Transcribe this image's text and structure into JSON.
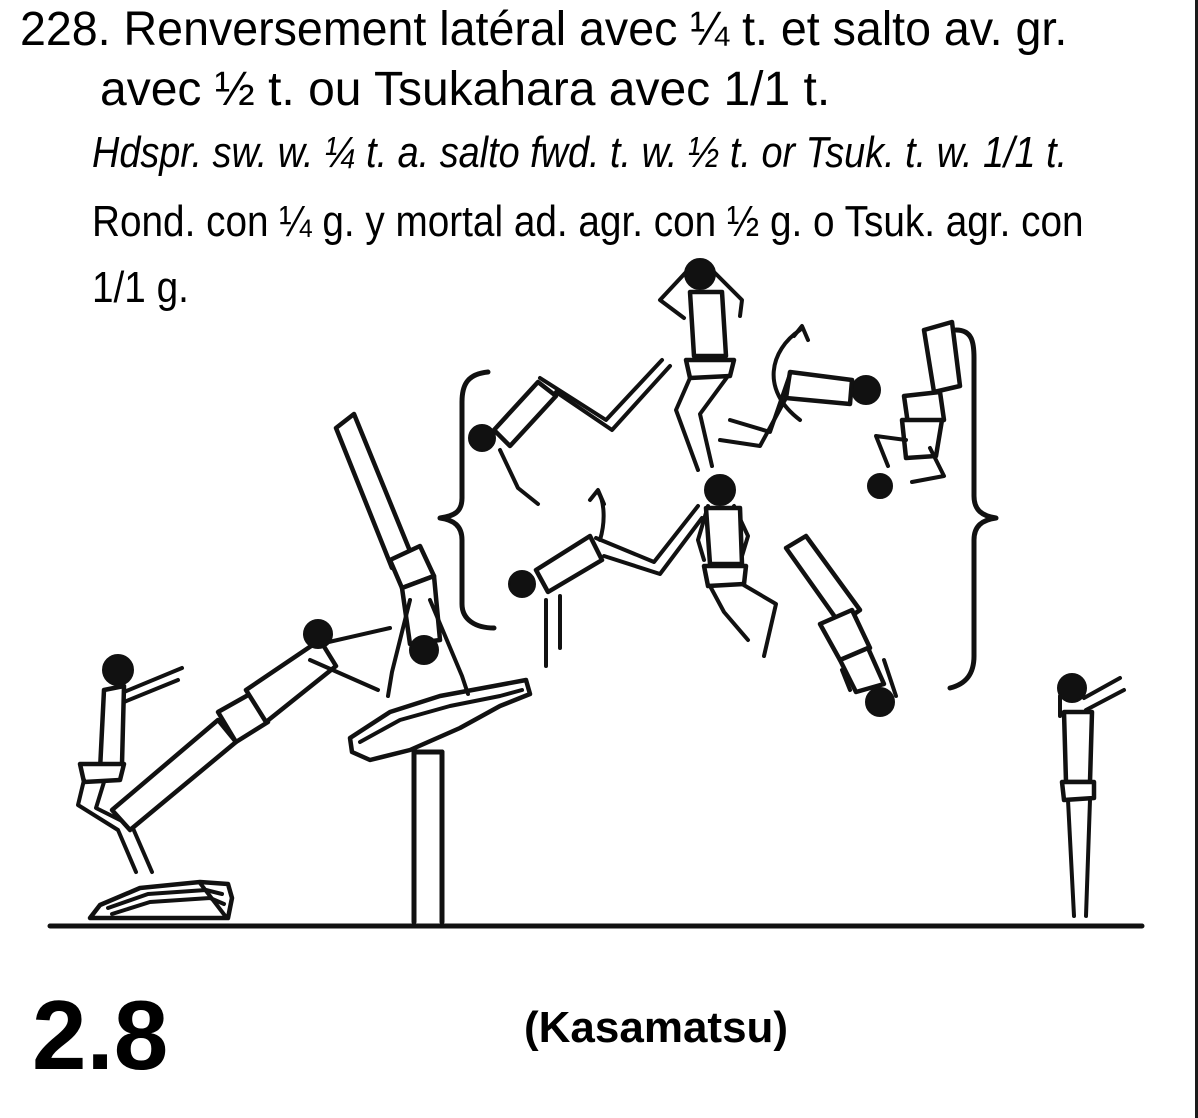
{
  "element": {
    "title_fr_line1": "228. Renversement latéral avec ¼ t. et salto av. gr.",
    "title_fr_line2": "avec ½ t. ou Tsukahara avec 1/1 t.",
    "description_en": "Hdspr. sw. w. ¼ t. a. salto fwd. t. w. ½ t. or Tsuk. t. w. 1/1 t.",
    "description_es_line1": "Rond. con ¼ g. y mortal ad. agr. con ½ g. o Tsuk. agr. con",
    "description_es_line2": "1/1 g.",
    "difficulty": "2.8",
    "name": "(Kasamatsu)"
  },
  "illustration": {
    "subject": "gymnast vaulting sequence over a vaulting horse",
    "icons": [
      "springboard-icon",
      "vault-horse-icon",
      "gymnast-figure-icon",
      "rotation-arrow-icon",
      "brace-icon"
    ],
    "line_color": "#111111",
    "background_color": "#ffffff"
  }
}
